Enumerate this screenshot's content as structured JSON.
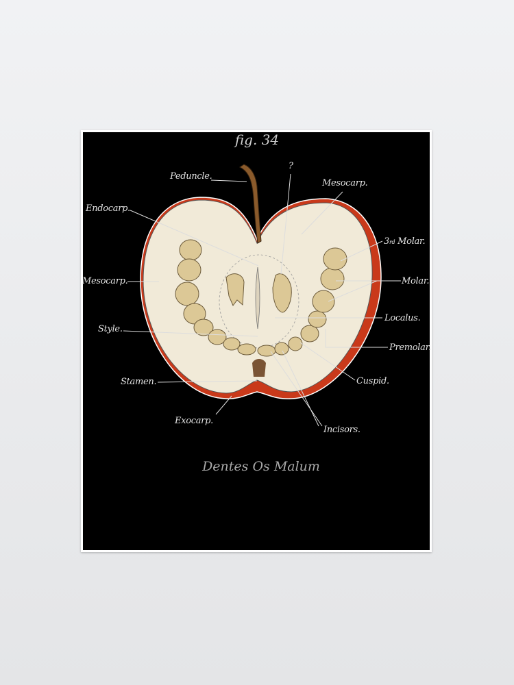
{
  "poster": {
    "figure_number": "fig. 34",
    "subtitle": "Dentes Os Malum",
    "labels": {
      "peduncle": "Peduncle.",
      "question": "?",
      "mesocarp_right": "Mesocarp.",
      "endocarp": "Endocarp.",
      "third_molar_prefix": "3",
      "third_molar_sub": "rd",
      "third_molar_rest": " Molar.",
      "mesocarp_left": "Mesocarp.",
      "molar": "Molar.",
      "localus": "Localus.",
      "style": "Style.",
      "premolar": "Premolar.",
      "cuspid": "Cuspid.",
      "stamen": "Stamen.",
      "exocarp": "Exocarp.",
      "incisors": "Incisors."
    }
  },
  "colors": {
    "flesh": "#f1ead8",
    "skin": "#d9401c",
    "tooth": "#dcc896",
    "stem": "#8a5a2b"
  }
}
